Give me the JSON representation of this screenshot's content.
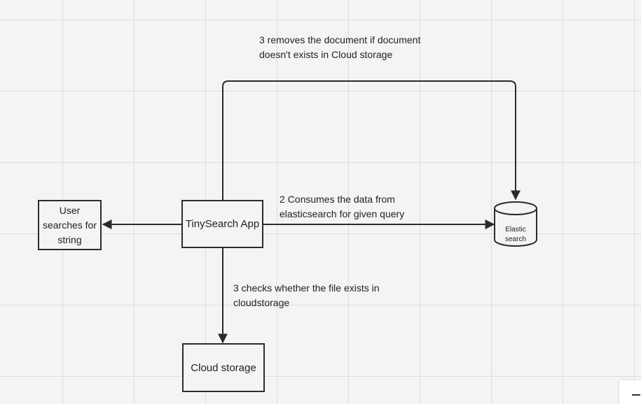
{
  "nodes": {
    "user": {
      "label": "User searches for string"
    },
    "app": {
      "label": "TinySearch App"
    },
    "cloud": {
      "label": "Cloud storage"
    },
    "elastic": {
      "line1": "Elastic",
      "line2": "search"
    }
  },
  "edges": {
    "remove": {
      "label": "3  removes the document if document doesn't exists in Cloud storage"
    },
    "consume": {
      "label": "2 Consumes the data from elasticsearch for given query"
    },
    "check": {
      "label": "3 checks whether the file exists in cloudstorage"
    }
  },
  "colors": {
    "stroke": "#2b2b2b",
    "background": "#f4f4f4",
    "grid": "#dcdcdc"
  }
}
